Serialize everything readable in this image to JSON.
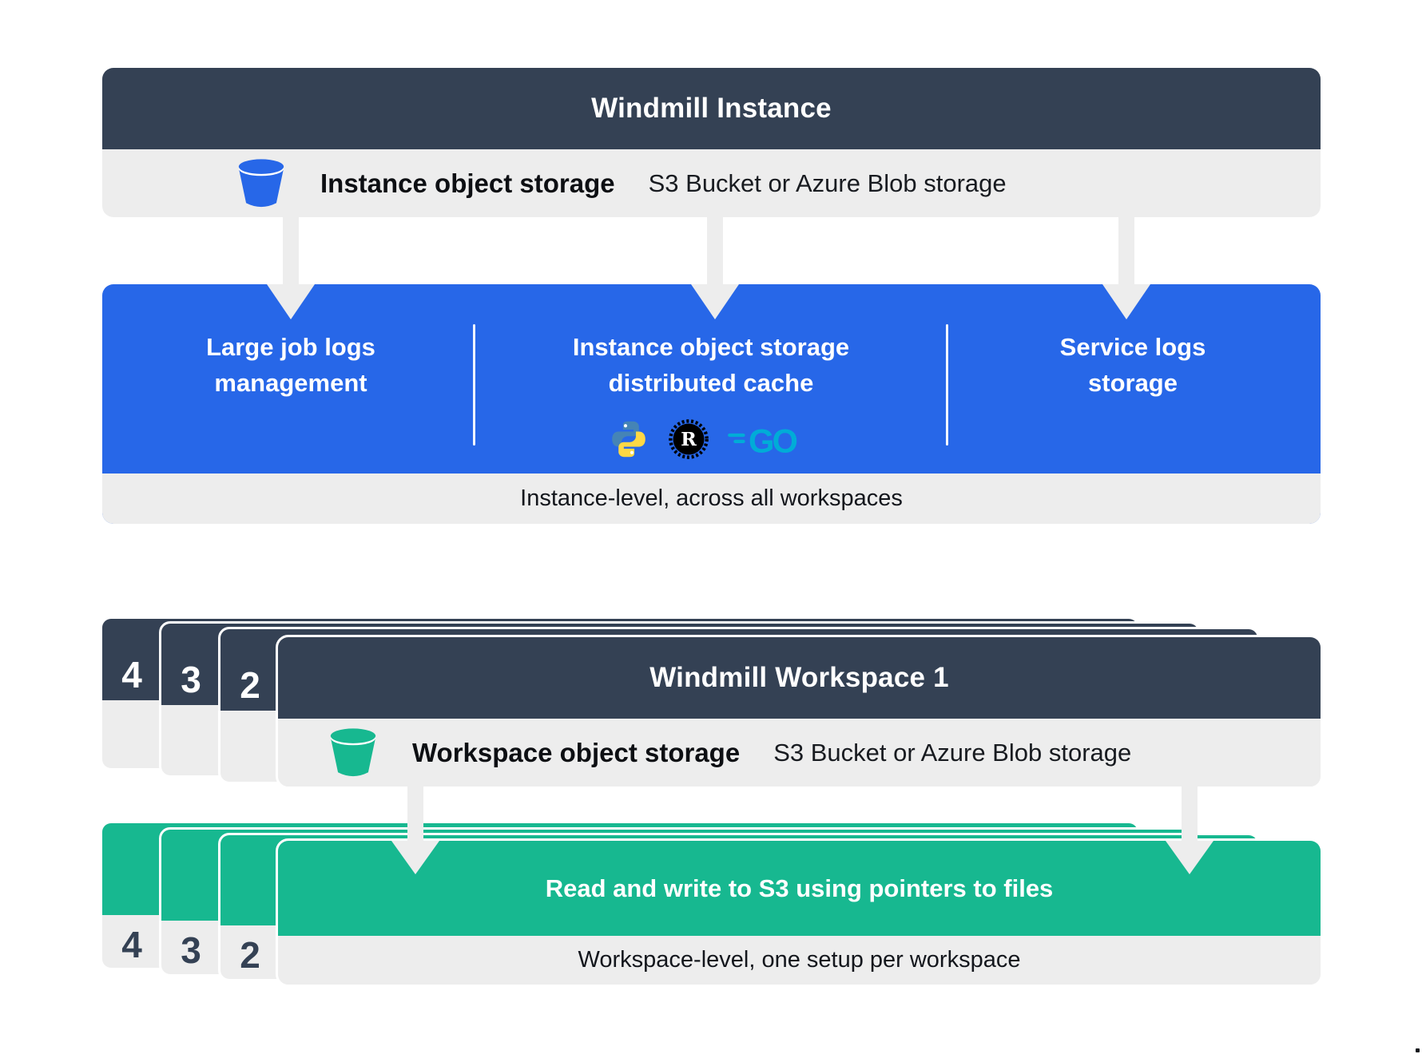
{
  "colors": {
    "dark": "#344154",
    "blue": "#2767e8",
    "green": "#17b890",
    "panel": "#ededed",
    "text-dark": "#13161c",
    "go-cyan": "#00acd7"
  },
  "instance": {
    "title": "Windmill Instance",
    "storage_row": {
      "icon": "bucket-icon",
      "label": "Instance object storage",
      "sublabel": "S3 Bucket or Azure Blob storage"
    },
    "features": [
      {
        "label": "Large job logs\nmanagement"
      },
      {
        "label": "Instance object storage\ndistributed cache",
        "logos": [
          "python-icon",
          "rust-icon",
          "go-icon"
        ]
      },
      {
        "label": "Service logs\nstorage"
      }
    ],
    "caption": "Instance-level, across all workspaces"
  },
  "workspace": {
    "stack_numbers": [
      "4",
      "3",
      "2"
    ],
    "title": "Windmill Workspace 1",
    "storage_row": {
      "icon": "bucket-icon",
      "label": "Workspace object storage",
      "sublabel": "S3 Bucket or Azure Blob storage"
    },
    "action_label": "Read and write to S3 using pointers to files",
    "caption": "Workspace-level, one setup per workspace"
  }
}
